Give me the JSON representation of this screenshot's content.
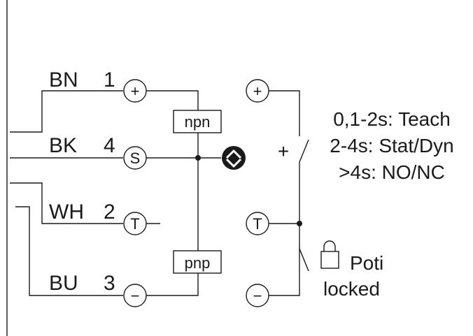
{
  "wires": [
    {
      "color": "BN",
      "number": "1",
      "terminal": "+"
    },
    {
      "color": "BK",
      "number": "4",
      "terminal": "S"
    },
    {
      "color": "WH",
      "number": "2",
      "terminal": "T"
    },
    {
      "color": "BU",
      "number": "3",
      "terminal": "−"
    }
  ],
  "outputs": {
    "npn": "npn",
    "pnp": "pnp"
  },
  "switch": {
    "terminals": [
      "+",
      "T",
      "−"
    ],
    "plus_label": "+",
    "modes": [
      "0,1-2s: Teach",
      "2-4s: Stat/Dyn",
      ">4s: NO/NC"
    ],
    "lock_label_line1": "Poti",
    "lock_label_line2": "locked"
  }
}
